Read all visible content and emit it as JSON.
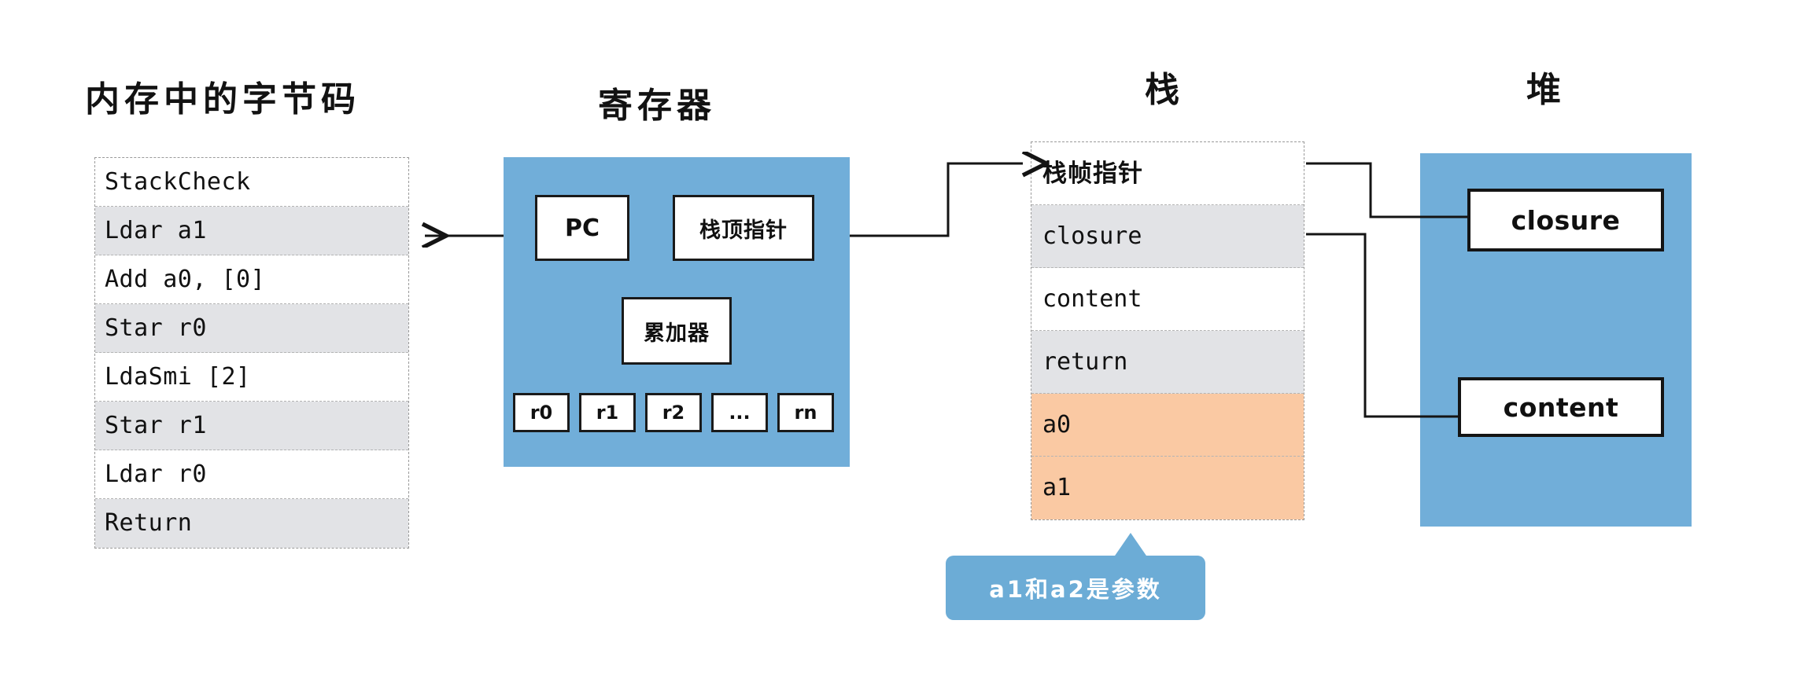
{
  "sections": {
    "bytecode_title": "内存中的字节码",
    "registers_title": "寄存器",
    "stack_title": "栈",
    "heap_title": "堆"
  },
  "bytecode": {
    "instructions": [
      {
        "text": "StackCheck",
        "shaded": false
      },
      {
        "text": "Ldar a1",
        "shaded": true
      },
      {
        "text": "Add a0, [0]",
        "shaded": false
      },
      {
        "text": "Star r0",
        "shaded": true
      },
      {
        "text": "LdaSmi [2]",
        "shaded": false
      },
      {
        "text": "Star r1",
        "shaded": true
      },
      {
        "text": "Ldar r0",
        "shaded": false
      },
      {
        "text": "Return",
        "shaded": true
      }
    ]
  },
  "registers": {
    "pc_label": "PC",
    "stack_pointer_label": "栈顶指针",
    "accumulator_label": "累加器",
    "slots": [
      "r0",
      "r1",
      "r2",
      "...",
      "rn"
    ]
  },
  "stack": {
    "rows": [
      {
        "text": "栈帧指针",
        "fill": "white",
        "cjk": true
      },
      {
        "text": "closure",
        "fill": "gray",
        "cjk": false
      },
      {
        "text": "content",
        "fill": "white",
        "cjk": false
      },
      {
        "text": "return",
        "fill": "gray",
        "cjk": false
      },
      {
        "text": "a0",
        "fill": "orange",
        "cjk": false
      },
      {
        "text": "a1",
        "fill": "orange",
        "cjk": false
      }
    ]
  },
  "heap": {
    "objects": [
      {
        "label": "closure"
      },
      {
        "label": "content"
      }
    ]
  },
  "callout": {
    "text": "a1和a2是参数"
  },
  "colors": {
    "panel_blue": "#71AED9",
    "callout_blue": "#6CACD6",
    "row_gray": "#E2E3E6",
    "row_orange": "#FAC9A3",
    "ink": "#121212",
    "dashed_border": "#9A9A9A"
  }
}
